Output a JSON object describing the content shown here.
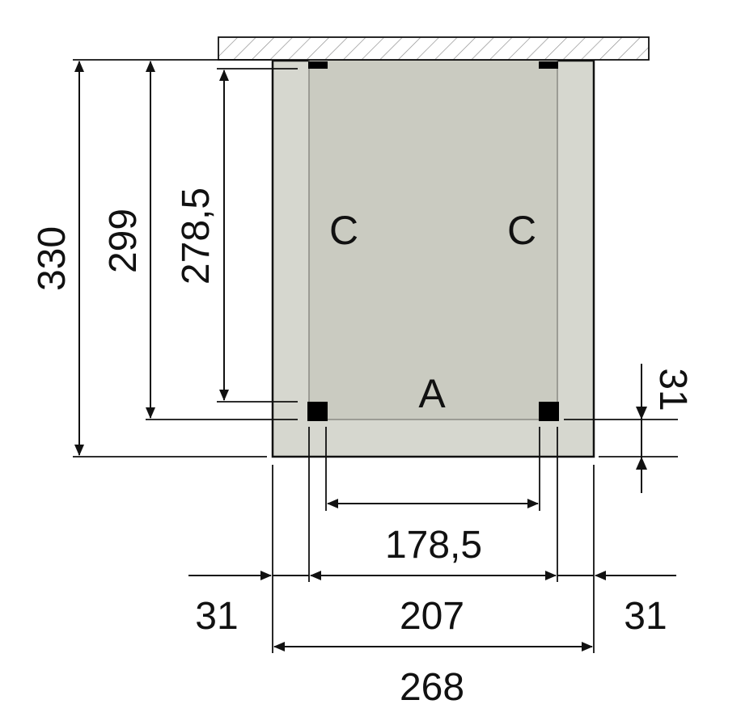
{
  "colors": {
    "roof": "#d6d7cf",
    "roof_inner": "#cacbc1",
    "ink": "#111111",
    "wall_hatch": "#888888",
    "post": "#000000"
  },
  "zones": {
    "left_side": "C",
    "right_side": "C",
    "front": "A"
  },
  "dimensions": {
    "depth_total": "330",
    "depth_roof_to_post_outer": "299",
    "depth_post_span": "278,5",
    "front_overhang": "31",
    "post_span_width": "178,5",
    "left_overhang": "31",
    "middle_width": "207",
    "right_overhang": "31",
    "width_total": "268"
  }
}
